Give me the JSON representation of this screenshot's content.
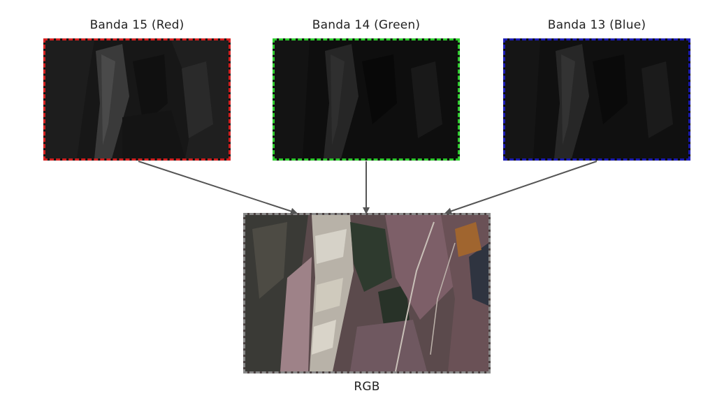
{
  "bands": {
    "red": {
      "label": "Banda 15 (Red)",
      "border_color": "#d62020"
    },
    "green": {
      "label": "Banda 14 (Green)",
      "border_color": "#2ecc2e"
    },
    "blue": {
      "label": "Banda 13 (Blue)",
      "border_color": "#1c1cb5"
    }
  },
  "composite": {
    "label": "RGB",
    "border_color": "#8a8a8a"
  },
  "arrow_color": "#555555"
}
